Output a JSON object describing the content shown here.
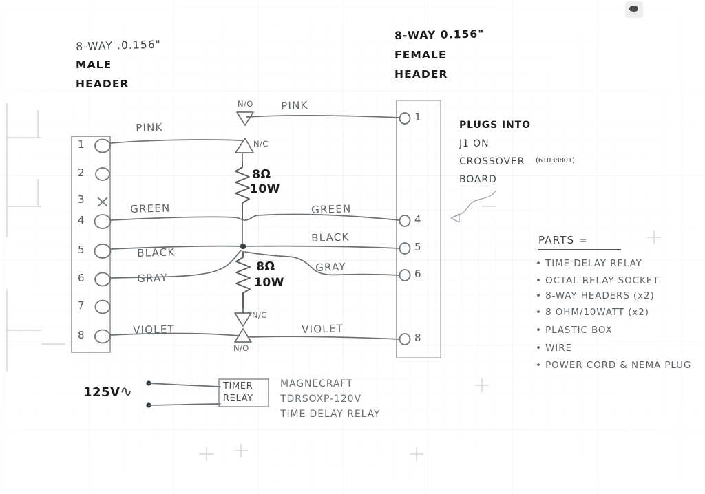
{
  "document": {
    "kind": "hand-drawn wiring diagram on graph paper",
    "scan_stamp": "(61038801)"
  },
  "male_header": {
    "title_line1": "8-WAY .0.156\"",
    "title_line2": "MALE",
    "title_line3": "HEADER",
    "pins": [
      {
        "number": "1",
        "marker": "circle",
        "wire": "PINK"
      },
      {
        "number": "2",
        "marker": "circle",
        "wire": ""
      },
      {
        "number": "3",
        "marker": "x",
        "wire": ""
      },
      {
        "number": "4",
        "marker": "circle",
        "wire": "GREEN"
      },
      {
        "number": "5",
        "marker": "circle",
        "wire": "BLACK"
      },
      {
        "number": "6",
        "marker": "circle",
        "wire": "GRAY"
      },
      {
        "number": "7",
        "marker": "circle",
        "wire": ""
      },
      {
        "number": "8",
        "marker": "circle",
        "wire": "VIOLET"
      }
    ]
  },
  "female_header": {
    "title_line1": "8-WAY 0.156\"",
    "title_line2": "FEMALE",
    "title_line3": "HEADER",
    "pins": [
      {
        "number": "1",
        "wire": "PINK"
      },
      {
        "number": "4",
        "wire": "GREEN"
      },
      {
        "number": "5",
        "wire": "BLACK"
      },
      {
        "number": "6",
        "wire": "GRAY"
      },
      {
        "number": "8",
        "wire": "VIOLET"
      }
    ]
  },
  "contacts": {
    "top_no": "N/O",
    "top_nc": "N/C",
    "bottom_nc": "N/C",
    "bottom_no": "N/O"
  },
  "resistors": [
    {
      "value": "8Ω",
      "power": "10W"
    },
    {
      "value": "8Ω",
      "power": "10W"
    }
  ],
  "plug_note": {
    "line1": "PLUGS INTO",
    "line2": "J1 ON",
    "line3": "CROSSOVER",
    "line4": "BOARD"
  },
  "parts": {
    "heading": "PARTS =",
    "items": [
      "TIME DELAY RELAY",
      "OCTAL RELAY SOCKET",
      "8-WAY HEADERS (x2)",
      "8 OHM/10WATT (x2)",
      "PLASTIC BOX",
      "WIRE",
      "POWER CORD & NEMA PLUG"
    ]
  },
  "power_section": {
    "voltage": "125V",
    "ac_symbol": "∿",
    "relay_box_line1": "TIMER",
    "relay_box_line2": "RELAY",
    "spec_line1": "MAGNECRAFT",
    "spec_line2": "TDRSOXP-120V",
    "spec_line3": "TIME DELAY RELAY"
  }
}
